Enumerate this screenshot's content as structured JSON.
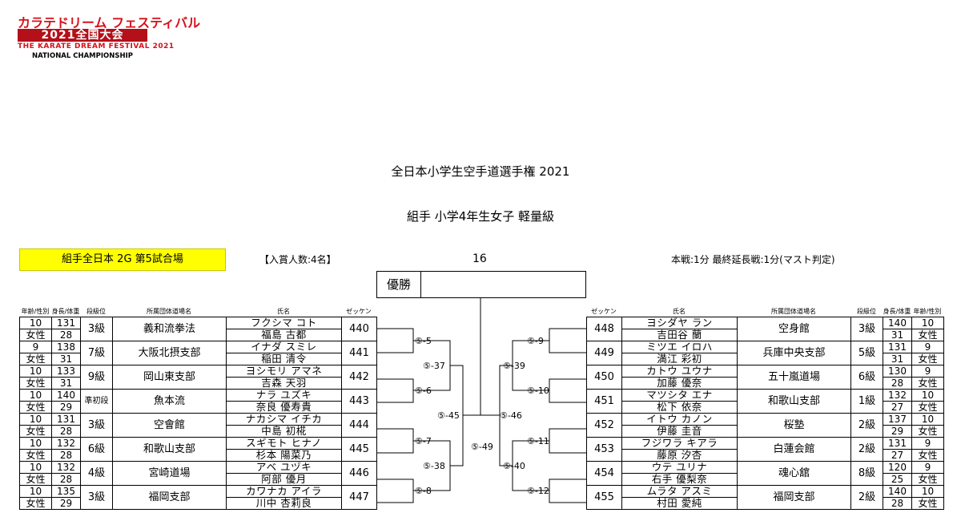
{
  "logo": {
    "line1": "カラテドリーム フェスティバル",
    "line2": "2021全国大会",
    "line3": "THE KARATE DREAM FESTIVAL 2021",
    "line4": "NATIONAL CHAMPIONSHIP"
  },
  "header": {
    "title": "全日本小学生空手道選手権 2021",
    "subtitle": "組手 小学4年生女子 軽量級"
  },
  "venue": "組手全日本 2G 第5試合場",
  "prize_count": "【入賞人数:4名】",
  "bracket_size": "16",
  "rules": "本戦:1分 最終延長戦:1分(マスト判定)",
  "champion_label": "優勝",
  "columns": {
    "age_sex": "年齢/性別",
    "height_weight": "身長/体重",
    "rank": "段級位",
    "club": "所属団体道場名",
    "name": "氏名",
    "bib": "ゼッケン"
  },
  "left_players": [
    {
      "age": "10",
      "sex": "女性",
      "height": "131",
      "weight": "28",
      "rank": "3級",
      "club": "義和流拳法",
      "kana": "フクシマ コト",
      "name": "福島 古都",
      "bib": "440"
    },
    {
      "age": "9",
      "sex": "女性",
      "height": "138",
      "weight": "31",
      "rank": "7級",
      "club": "大阪北摂支部",
      "kana": "イナダ スミレ",
      "name": "稲田 清令",
      "bib": "441"
    },
    {
      "age": "10",
      "sex": "女性",
      "height": "133",
      "weight": "31",
      "rank": "9級",
      "club": "岡山東支部",
      "kana": "ヨシモリ アマネ",
      "name": "吉森 天羽",
      "bib": "442"
    },
    {
      "age": "10",
      "sex": "女性",
      "height": "140",
      "weight": "29",
      "rank": "準初段",
      "club": "魚本流",
      "kana": "ナラ ユズキ",
      "name": "奈良 優寿貴",
      "bib": "443"
    },
    {
      "age": "10",
      "sex": "女性",
      "height": "131",
      "weight": "28",
      "rank": "3級",
      "club": "空會館",
      "kana": "ナカシマ イチカ",
      "name": "中島 初椛",
      "bib": "444"
    },
    {
      "age": "10",
      "sex": "女性",
      "height": "132",
      "weight": "28",
      "rank": "6級",
      "club": "和歌山支部",
      "kana": "スギモト ヒナノ",
      "name": "杉本 陽菜乃",
      "bib": "445"
    },
    {
      "age": "10",
      "sex": "女性",
      "height": "132",
      "weight": "28",
      "rank": "4級",
      "club": "宮崎道場",
      "kana": "アベ ユヅキ",
      "name": "阿部 優月",
      "bib": "446"
    },
    {
      "age": "10",
      "sex": "女性",
      "height": "135",
      "weight": "29",
      "rank": "3級",
      "club": "福岡支部",
      "kana": "カワナカ アイラ",
      "name": "川中 杏莉良",
      "bib": "447"
    }
  ],
  "right_players": [
    {
      "age": "10",
      "sex": "女性",
      "height": "140",
      "weight": "31",
      "rank": "3級",
      "club": "空身館",
      "kana": "ヨシダヤ ラン",
      "name": "吉田谷 蘭",
      "bib": "448"
    },
    {
      "age": "9",
      "sex": "女性",
      "height": "131",
      "weight": "31",
      "rank": "5級",
      "club": "兵庫中央支部",
      "kana": "ミツエ イロハ",
      "name": "満江 彩初",
      "bib": "449"
    },
    {
      "age": "9",
      "sex": "女性",
      "height": "130",
      "weight": "28",
      "rank": "6級",
      "club": "五十嵐道場",
      "kana": "カトウ ユウナ",
      "name": "加藤 優奈",
      "bib": "450"
    },
    {
      "age": "10",
      "sex": "女性",
      "height": "132",
      "weight": "27",
      "rank": "1級",
      "club": "和歌山支部",
      "kana": "マツシタ エナ",
      "name": "松下 依奈",
      "bib": "451"
    },
    {
      "age": "10",
      "sex": "女性",
      "height": "137",
      "weight": "29",
      "rank": "2級",
      "club": "桜塾",
      "kana": "イトウ カノン",
      "name": "伊藤 圭音",
      "bib": "452"
    },
    {
      "age": "9",
      "sex": "女性",
      "height": "131",
      "weight": "27",
      "rank": "2級",
      "club": "白蓮会館",
      "kana": "フジワラ キアラ",
      "name": "藤原 汐杏",
      "bib": "453"
    },
    {
      "age": "9",
      "sex": "女性",
      "height": "120",
      "weight": "25",
      "rank": "8級",
      "club": "魂心舘",
      "kana": "ウテ ユリナ",
      "name": "右手 優梨奈",
      "bib": "454"
    },
    {
      "age": "10",
      "sex": "女性",
      "height": "140",
      "weight": "28",
      "rank": "2級",
      "club": "福岡支部",
      "kana": "ムラタ アスミ",
      "name": "村田 愛純",
      "bib": "455"
    }
  ],
  "matches": {
    "left_r1": [
      "⑤-5",
      "⑤-6",
      "⑤-7",
      "⑤-8"
    ],
    "left_r2": [
      "⑤-37",
      "⑤-38"
    ],
    "left_semi": "⑤-45",
    "final": "⑤-49",
    "right_semi": "⑤-46",
    "right_r2": [
      "⑤-39",
      "⑤-40"
    ],
    "right_r1": [
      "⑤-9",
      "⑤-10",
      "⑤-11",
      "⑤-12"
    ]
  }
}
